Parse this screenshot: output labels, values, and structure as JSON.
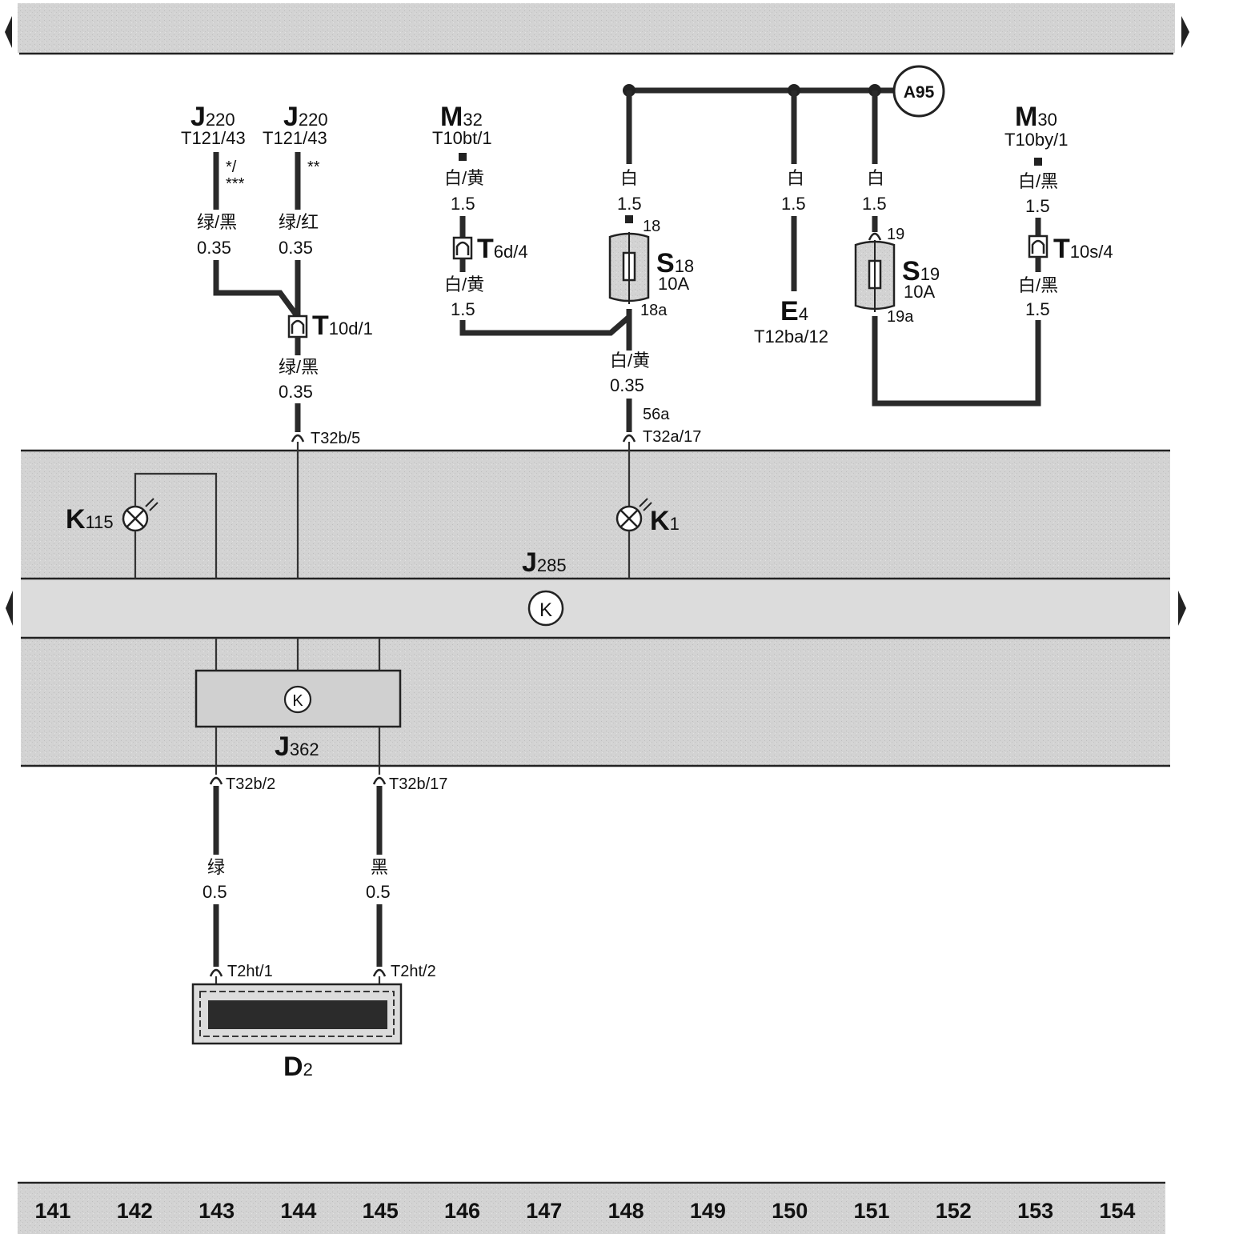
{
  "components": {
    "j220_a": {
      "name": "J",
      "sub": "220",
      "pin": "T121/43",
      "mark": "*/\n***",
      "mark1": "*/",
      "mark2": "***"
    },
    "j220_b": {
      "name": "J",
      "sub": "220",
      "pin": "T121/43",
      "mark": "**"
    },
    "m32": {
      "name": "M",
      "sub": "32",
      "pin": "T10bt/1"
    },
    "m30": {
      "name": "M",
      "sub": "30",
      "pin": "T10by/1"
    },
    "e4": {
      "name": "E",
      "sub": "4",
      "pin": "T12ba/12"
    },
    "k115": {
      "name": "K",
      "sub": "115"
    },
    "k1": {
      "name": "K",
      "sub": "1"
    },
    "j285": {
      "name": "J",
      "sub": "285"
    },
    "j362": {
      "name": "J",
      "sub": "362"
    },
    "d2": {
      "name": "D",
      "sub": "2"
    },
    "s18": {
      "name": "S",
      "sub": "18",
      "rating": "10A",
      "pin_in": "18",
      "pin_out": "18a"
    },
    "s19": {
      "name": "S",
      "sub": "19",
      "rating": "10A",
      "pin_in": "19",
      "pin_out": "19a"
    },
    "a95": {
      "label": "A95"
    },
    "k_symbol": "K"
  },
  "connectors": {
    "t10d1": {
      "name": "T",
      "sub": "10d/1"
    },
    "t6d4": {
      "name": "T",
      "sub": "6d/4"
    },
    "t10s4": {
      "name": "T",
      "sub": "10s/4"
    }
  },
  "wires": {
    "w143_top": {
      "color": "绿/黑",
      "size": "0.35"
    },
    "w144_top": {
      "color": "绿/红",
      "size": "0.35"
    },
    "w144_mid": {
      "color": "绿/黑",
      "size": "0.35"
    },
    "w146_top": {
      "color": "白/黄",
      "size": "1.5"
    },
    "w146_bot": {
      "color": "白/黄",
      "size": "1.5"
    },
    "w148_top": {
      "color": "白",
      "size": "1.5"
    },
    "w148_mid": {
      "color": "白/黄",
      "size": "0.35"
    },
    "w150": {
      "color": "白",
      "size": "1.5"
    },
    "w151": {
      "color": "白",
      "size": "1.5"
    },
    "w153_top": {
      "color": "白/黑",
      "size": "1.5"
    },
    "w153_bot": {
      "color": "白/黑",
      "size": "1.5"
    },
    "w143_bot": {
      "color": "绿",
      "size": "0.5"
    },
    "w145_bot": {
      "color": "黑",
      "size": "0.5"
    }
  },
  "pins": {
    "t32b5": "T32b/5",
    "t32a17": "T32a/17",
    "p56a": "56a",
    "t32b2": "T32b/2",
    "t32b17": "T32b/17",
    "t2ht1": "T2ht/1",
    "t2ht2": "T2ht/2"
  },
  "grid_numbers": [
    "141",
    "142",
    "143",
    "144",
    "145",
    "146",
    "147",
    "148",
    "149",
    "150",
    "151",
    "152",
    "153",
    "154"
  ],
  "colors": {
    "panel": "#d4d4d4",
    "wire": "#2a2a2a",
    "display": "#2b2b2b"
  }
}
